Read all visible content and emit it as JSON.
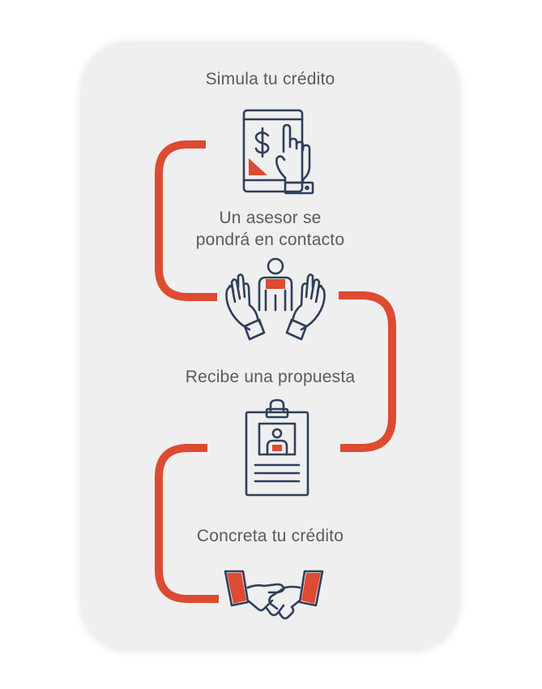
{
  "steps": [
    {
      "label": "Simula tu crédito",
      "icon": "tablet-payment-icon"
    },
    {
      "label_line1": "Un asesor se",
      "label_line2": "pondrá en contacto",
      "icon": "hands-person-icon"
    },
    {
      "label": "Recibe una propuesta",
      "icon": "clipboard-id-icon"
    },
    {
      "label": "Concreta tu crédito",
      "icon": "handshake-icon"
    }
  ],
  "colors": {
    "accent": "#dd4b32",
    "icon_stroke": "#2f3f5a",
    "card_background": "#efefef",
    "text": "#5b5b5b"
  }
}
